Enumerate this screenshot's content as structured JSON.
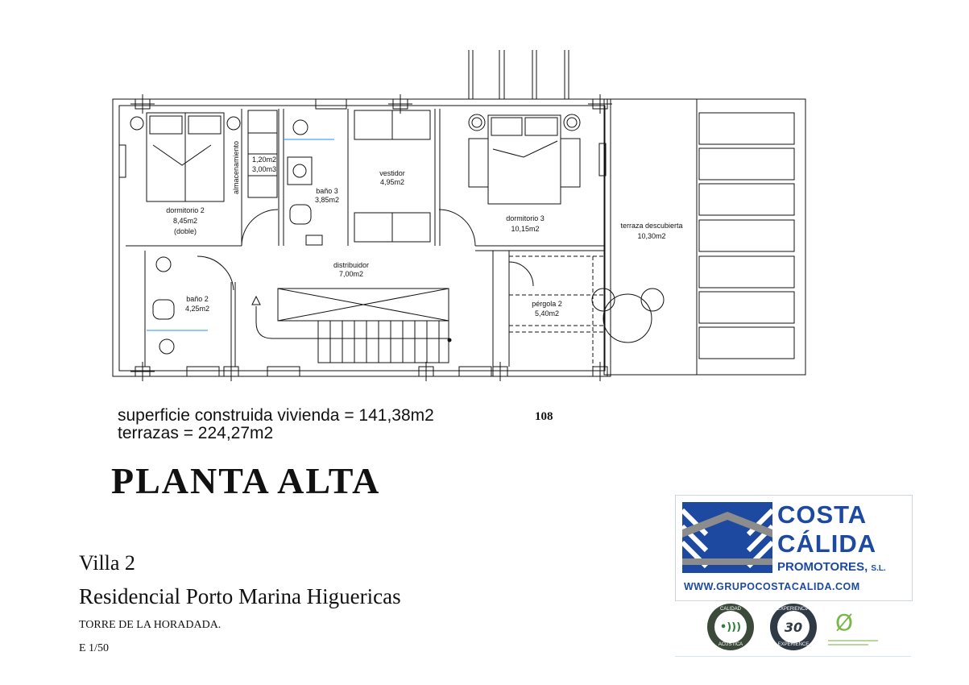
{
  "floor_plan": {
    "rooms": [
      {
        "key": "dormitorio2",
        "name": "dormitorio 2",
        "area": "8,45m2",
        "note": "(doble)"
      },
      {
        "key": "almacen",
        "name": "almacenamiento",
        "area": "1,20m2",
        "volume": "3,00m3"
      },
      {
        "key": "bano3",
        "name": "baño 3",
        "area": "3,85m2"
      },
      {
        "key": "vestidor",
        "name": "vestidor",
        "area": "4,95m2"
      },
      {
        "key": "dormitorio3",
        "name": "dormitorio 3",
        "area": "10,15m2"
      },
      {
        "key": "terraza",
        "name": "terraza descubierta",
        "area": "10,30m2"
      },
      {
        "key": "distribuidor",
        "name": "distribuidor",
        "area": "7,00m2"
      },
      {
        "key": "bano2",
        "name": "baño 2",
        "area": "4,25m2"
      },
      {
        "key": "pergola",
        "name": "pérgola 2",
        "area": "5,40m2"
      }
    ]
  },
  "summary": {
    "built_area": "superficie construida vivienda = 141,38m2",
    "terraces": "terrazas = 224,27m2"
  },
  "page_number": "108",
  "title": "PLANTA ALTA",
  "villa": "Villa 2",
  "residential": "Residencial Porto Marina Higuericas",
  "location": "TORRE DE LA HORADADA.",
  "scale": "E 1/50",
  "logo": {
    "brand_line1": "COSTA",
    "brand_line2": "CÁLIDA",
    "brand_line3": "PROMOTORES,",
    "brand_suffix": "S.L.",
    "website": "WWW.GRUPOCOSTACALIDA.COM",
    "brand_color": "#1d4aa0",
    "badges": [
      {
        "name": "calidad-acustica-badge",
        "top": "CALIDAD",
        "bottom": "ACÚSTICA",
        "center": "•)))"
      },
      {
        "name": "experiencia-badge",
        "top": "EXPERIENCIA",
        "bottom": "EXPERIENCE",
        "center": "30"
      },
      {
        "name": "sostenibilidad-badge",
        "center": "Ø"
      }
    ]
  }
}
